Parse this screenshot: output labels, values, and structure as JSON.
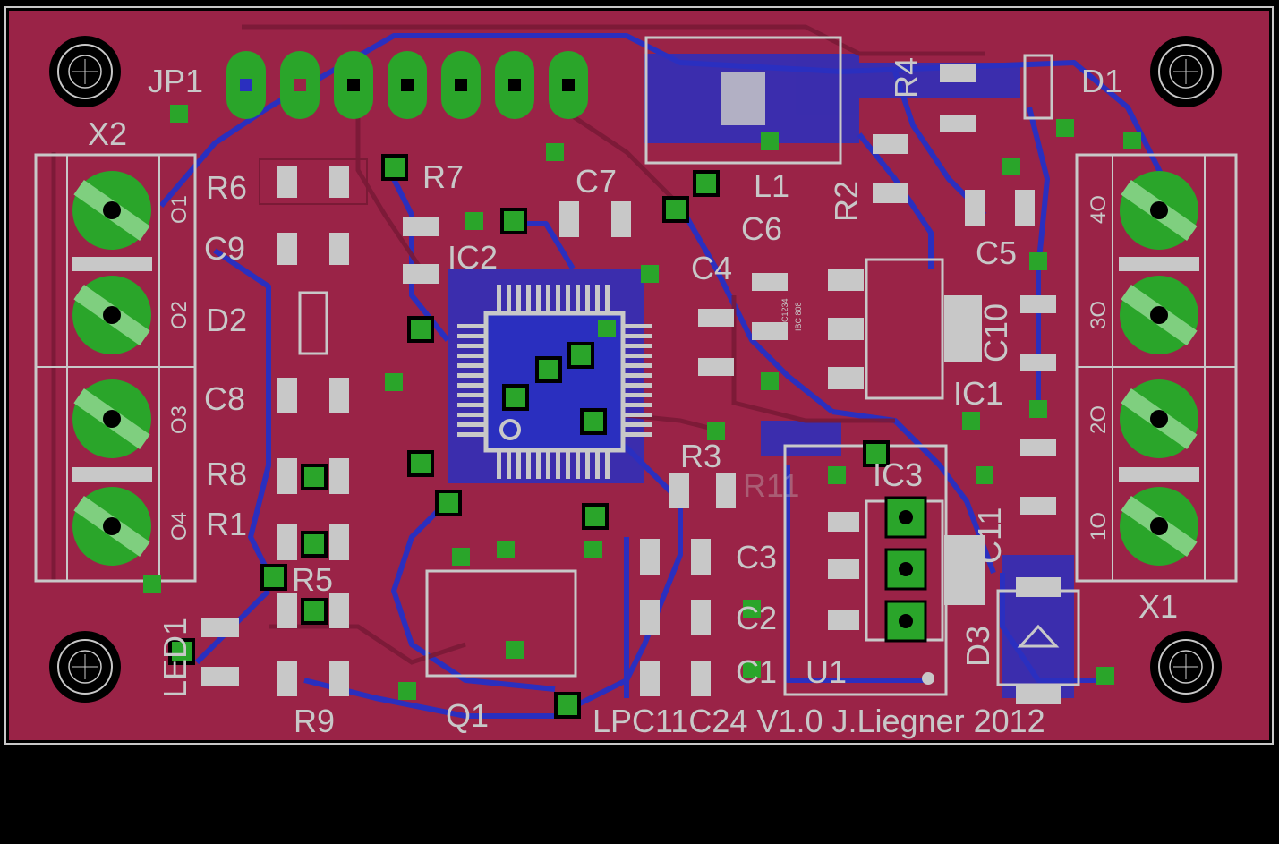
{
  "board": {
    "title": "LPC11C24 V1.0 J.Liegner 2012",
    "colors": {
      "background": "#000000",
      "top_copper": "#9a2347",
      "bottom_copper": "#2a2fbf",
      "pad": "#2aa52a",
      "silkscreen": "#c8c8c8",
      "outline": "#c8c8c8"
    }
  },
  "labels": {
    "JP1": "JP1",
    "X2": "X2",
    "X1": "X1",
    "R6": "R6",
    "C9": "C9",
    "D2": "D2",
    "C8": "C8",
    "R8": "R8",
    "R1": "R1",
    "R5": "R5",
    "R9": "R9",
    "LED1": "LED1",
    "R7": "R7",
    "IC2": "IC2",
    "C7": "C7",
    "L1": "L1",
    "R2": "R2",
    "R4": "R4",
    "D1": "D1",
    "C6": "C6",
    "C4": "C4",
    "C5": "C5",
    "C10": "C10",
    "IC1": "IC1",
    "R3": "R3",
    "R11": "R11",
    "IC3": "IC3",
    "C11": "C11",
    "C3": "C3",
    "C2": "C2",
    "C1": "C1",
    "U1": "U1",
    "D3": "D3",
    "Q1": "Q1"
  },
  "x2_pins": [
    "O1",
    "O2",
    "O3",
    "O4"
  ],
  "x1_pins": [
    "4O",
    "3O",
    "2O",
    "1O"
  ],
  "chip_marking": [
    "IBC 808",
    "ABC1234"
  ]
}
